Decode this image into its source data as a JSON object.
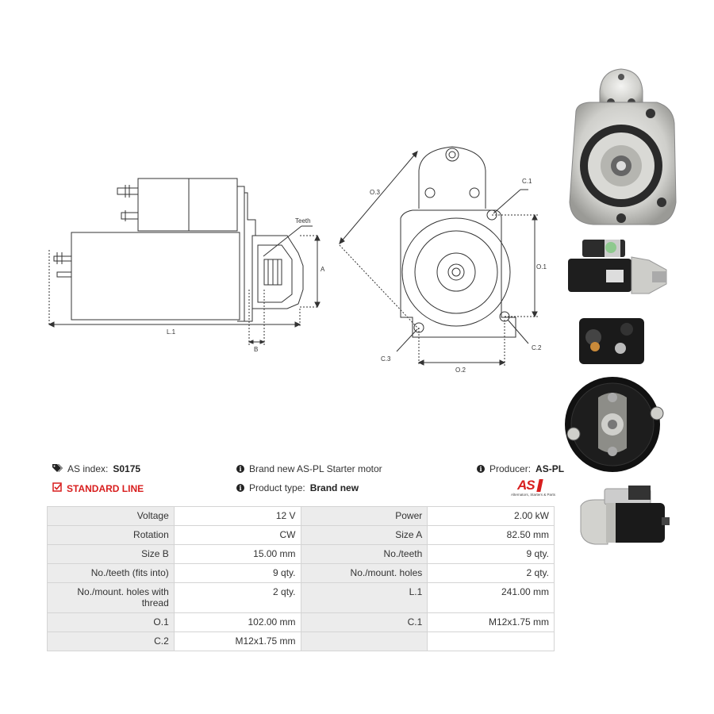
{
  "drawing_labels": {
    "teeth": "Teeth",
    "a": "A",
    "b": "B",
    "l1": "L.1",
    "o3": "O.3",
    "o1": "O.1",
    "o2": "O.2",
    "c1": "C.1",
    "c2": "C.2",
    "c3": "C.3"
  },
  "info": {
    "as_index_label": "AS index:",
    "as_index_value": "S0175",
    "standard_line": "STANDARD LINE",
    "description": "Brand new AS-PL Starter motor",
    "product_type_label": "Product type:",
    "product_type_value": "Brand new",
    "producer_label": "Producer:",
    "producer_value": "AS-PL",
    "logo_text": "AS",
    "logo_tagline": "Alternators, Starters & Parts"
  },
  "specs": [
    {
      "k1": "Voltage",
      "v1": "12 V",
      "k2": "Power",
      "v2": "2.00 kW"
    },
    {
      "k1": "Rotation",
      "v1": "CW",
      "k2": "Size A",
      "v2": "82.50 mm"
    },
    {
      "k1": "Size B",
      "v1": "15.00 mm",
      "k2": "No./teeth",
      "v2": "9 qty."
    },
    {
      "k1": "No./teeth (fits into)",
      "v1": "9 qty.",
      "k2": "No./mount. holes",
      "v2": "2 qty."
    },
    {
      "k1": "No./mount. holes with thread",
      "v1": "2 qty.",
      "k2": "L.1",
      "v2": "241.00 mm"
    },
    {
      "k1": "O.1",
      "v1": "102.00 mm",
      "k2": "C.1",
      "v2": "M12x1.75 mm"
    },
    {
      "k1": "C.2",
      "v1": "M12x1.75 mm",
      "k2": "",
      "v2": ""
    }
  ],
  "colors": {
    "accent": "#d81e1e",
    "line": "#333333",
    "table_key_bg": "#ececec",
    "table_border": "#d4d4d4"
  },
  "icons": [
    "tags-icon",
    "check-square-icon",
    "info-icon"
  ]
}
